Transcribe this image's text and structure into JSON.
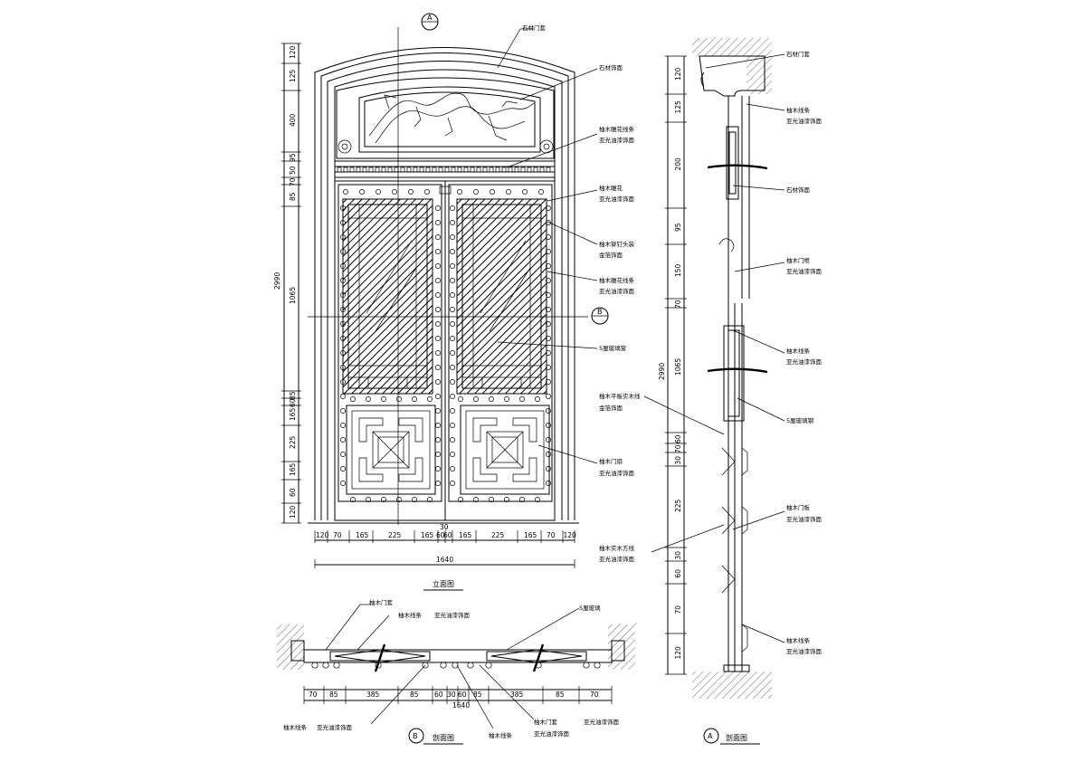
{
  "front_elevation": {
    "title": "立面图",
    "overall_height": "2990",
    "overall_width": "1640",
    "center_gap": "30",
    "height_dims": [
      "120",
      "125",
      "400",
      "95",
      "50",
      "70",
      "85",
      "1065",
      "85",
      "60",
      "165",
      "225",
      "165",
      "60",
      "120"
    ],
    "width_dims": [
      "120",
      "70",
      "165",
      "225",
      "165",
      "60",
      "60",
      "165",
      "225",
      "165",
      "70",
      "120"
    ],
    "section_marks": {
      "a": "A",
      "b": "B"
    },
    "labels": {
      "stone_frame": "石材门套",
      "stone_ornament": "石材饰面",
      "teak_carved_line": "柚木雕花线条",
      "polyurethane_finish": "亚光油漆饰面",
      "teak_carving": "柚木雕花",
      "teak_nail": "柚木铆钉头装",
      "gold_leaf": "金箔饰面",
      "teak_carved_line_2": "柚木雕花线条",
      "polyurethane_finish_2": "亚光油漆饰面",
      "glass": "5厘玻璃窗",
      "teak_panel": "柚木平板实木线",
      "gold_leaf_2": "金箔饰面",
      "teak_door": "柚木门扇",
      "polyurethane_finish_3": "亚光油漆饰面",
      "teak_solid_edge": "柚木实木方线",
      "polyurethane_finish_4": "亚光油漆饰面"
    }
  },
  "plan_section": {
    "title": "剖面图",
    "mark": "B",
    "overall_width": "1640",
    "width_dims": [
      "70",
      "85",
      "385",
      "85",
      "60",
      "30",
      "60",
      "85",
      "385",
      "85",
      "70"
    ],
    "labels": {
      "teak_door_frame": "柚木门套",
      "teak_line": "柚木线条",
      "polyurethane_finish": "亚光油漆饰面",
      "glass": "5厘玻璃",
      "teak_line_left": "柚木线条",
      "polyurethane_left": "亚光油漆饰面",
      "teak_line_mid": "柚木线条",
      "teak_door_frame_2": "柚木门套",
      "polyurethane_2": "亚光油漆饰面",
      "polyurethane_3": "亚光油漆饰面"
    }
  },
  "side_section": {
    "title": "剖面图",
    "mark": "A",
    "overall_height": "2990",
    "height_dims": [
      "120",
      "125",
      "200",
      "95",
      "150",
      "70",
      "1065",
      "60",
      "70",
      "30",
      "225",
      "30",
      "60",
      "70",
      "120"
    ],
    "labels": {
      "stone_frame": "石材门套",
      "teak_line": "柚木线条",
      "polyurethane": "亚光油漆饰面",
      "stone_ornament": "石材饰面",
      "teak_door_frame": "柚木门框",
      "polyurethane_2": "亚光油漆饰面",
      "teak_line_2": "柚木线条",
      "polyurethane_3": "亚光油漆饰面",
      "glass": "5厘玻璃钢",
      "teak_door_panel": "柚木门板",
      "polyurethane_4": "亚光油漆饰面",
      "teak_line_3": "柚木线条",
      "polyurethane_5": "亚光油漆饰面"
    }
  }
}
